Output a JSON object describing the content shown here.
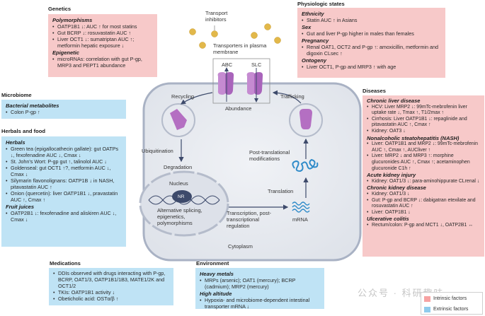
{
  "colors": {
    "intrinsic": "#f7c9c9",
    "extrinsic": "#bfe3f5",
    "cell": "#e9ecf1",
    "transporter": "#b46fc2",
    "arrow": "#3d4a6b",
    "mrna": "#2f8bc9",
    "inhibitor": "#e2b84a"
  },
  "genetics": {
    "title": "Genetics",
    "groups": [
      {
        "heading": "Polymorphisms",
        "items": [
          "OATP1B1 ↓: AUC ↑ for most statins",
          "Gut BCRP ↓: rosuvastatin AUC ↑",
          "Liver OCT1 ↓: sumatriptan AUC ↑; metformin hepatic exposure ↓"
        ]
      },
      {
        "heading": "Epigenetic",
        "items": [
          "microRNAs: correlation with gut P-gp, MRP3 and PEPT1 abundance"
        ]
      }
    ]
  },
  "microbiome": {
    "title": "Microbiome",
    "groups": [
      {
        "heading": "Bacterial metabolites",
        "items": [
          "Colon P-gp ↑"
        ]
      }
    ]
  },
  "herbals": {
    "title": "Herbals and food",
    "groups": [
      {
        "heading": "Herbals",
        "items": [
          "Green tea (epigallocathecin gallate): gut OATPs ↓, fexofenadine AUC ↓, Cmax ↓",
          "St. John's Wort: P-gp gut ↑, talinolol AUC ↓",
          "Goldenseal: gut OCT1 ↑?, metformin AUC ↓, Cmax ↓",
          "Silymarin flavonolignans: OATP1B ↓ in NASH, pitavastatin AUC ↑",
          "Onion (quercetin): liver OATP1B1 ↓, pravastatin AUC ↑, Cmax ↑"
        ]
      },
      {
        "heading": "Fruit juices",
        "items": [
          "OATP2B1 ↓: fexofenadine and aliskiren AUC ↓, Cmax ↓"
        ]
      }
    ]
  },
  "medications": {
    "title": "Medications",
    "items": [
      "DDIs observed with drugs interacting with P-gp, BCRP, OAT1/3, OATP1B1/1B3, MATE1/2K and OCT1/2",
      "TKIs: OATP1B1 activity ↓",
      "Obeticholic acid: OSTα/β ↑"
    ]
  },
  "environment": {
    "title": "Environment",
    "groups": [
      {
        "heading": "Heavy metals",
        "items": [
          "MRPs (arsenic); OAT1 (mercury); BCRP (cadmium); MRP2 (mercury)"
        ]
      },
      {
        "heading": "High altitude",
        "items": [
          "Hypoxia- and microbiome-dependent intestinal transporter mRNA ↓"
        ]
      }
    ]
  },
  "physiologic": {
    "title": "Physiologic states",
    "groups": [
      {
        "heading": "Ethnicity",
        "items": [
          "Statin AUC ↑ in Asians"
        ]
      },
      {
        "heading": "Sex",
        "items": [
          "Gut and liver P-gp higher in males than females"
        ]
      },
      {
        "heading": "Pregnancy",
        "items": [
          "Renal OAT1, OCT2 and P-gp ↑: amoxicillin, metformin and digoxin CLsec ↑"
        ]
      },
      {
        "heading": "Ontogeny",
        "items": [
          "Liver OCT1, P-gp and MRP3 ↑ with age"
        ]
      }
    ]
  },
  "diseases": {
    "title": "Diseases",
    "groups": [
      {
        "heading": "Chronic liver disease",
        "items": [
          "HCV: Liver MRP2 ↓: 99mTc-mebrofenin liver uptake rate ↓, Tmax ↑, T1/2max ↑",
          "Cirrhosis: Liver OATP1B1 ↓: repaglinide and pitavastatin AUC ↑, Cmax ↑",
          "Kidney: OAT3 ↓"
        ]
      },
      {
        "heading": "Nonalcoholic steatohepatitis (NASH)",
        "items": [
          "Liver: OATP1B1 and MRP2 ↓: 99mTc-mebrofenin AUC ↑, Cmax ↑, AUCliver ↑",
          "Liver: MRP2 ↓ and MRP3 ↑: morphine glucuronides AUC ↑, Cmax ↑; acetaminophen glucuronide C1h ↑"
        ]
      },
      {
        "heading": "Acute kidney injury",
        "items": [
          "Kidney: OAT1/3 ↓: para-aminohippurate CLrenal ↓"
        ]
      },
      {
        "heading": "Chronic kidney disease",
        "items": [
          "Kidney: OAT1/3 ↓",
          "Gut: P-gp and BCRP ↓: dabigatran etexilate and rosuvastatin AUC ↑",
          "Liver: OATP1B1 ↓"
        ]
      },
      {
        "heading": "Ulcerative colitis",
        "items": [
          "Rectum/colon: P-gp and MCT1 ↓, OATP2B1 ↔"
        ]
      }
    ]
  },
  "diagram": {
    "transport_inhibitors": "Transport inhibitors",
    "transporters_membrane": "Transporters in plasma membrane",
    "abc": "ABC",
    "slc": "SLC",
    "abundance": "Abundance",
    "recycling": "Recycling",
    "trafficking": "Trafficking",
    "ubiquitination": "Ubiquitination",
    "degradation": "Degradation",
    "nucleus": "Nucleus",
    "nr": "NR",
    "splicing": "Alternative splicing, epigenetics, polymorphisms",
    "transcription": "Transcription, post-transcriptional regulation",
    "mrna": "mRNA",
    "translation": "Translation",
    "ptm": "Post-translational modifications",
    "cytoplasm": "Cytoplasm"
  },
  "legend": {
    "intrinsic": "Intrinsic factors",
    "extrinsic": "Extrinsic factors"
  },
  "watermark": "公众号 · 科研趣味"
}
